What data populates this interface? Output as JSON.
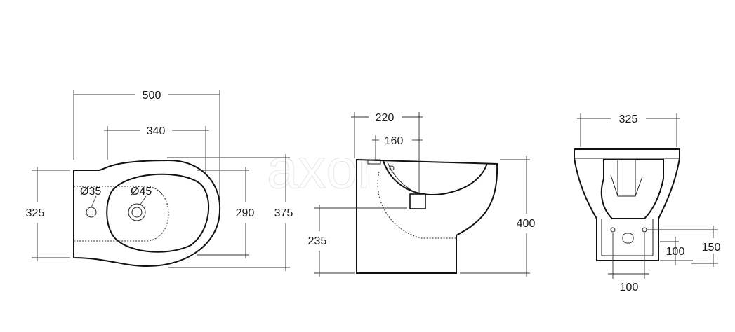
{
  "watermark": "axor",
  "top_view": {
    "overall_width": "500",
    "bowl_width": "340",
    "tap_hole_diameter": "Ø35",
    "drain_hole_diameter": "Ø45",
    "depth": "325",
    "bowl_depth": "290",
    "overall_depth": "375"
  },
  "side_view": {
    "top_width": "220",
    "inner_width": "160",
    "outlet_height": "235",
    "height": "400"
  },
  "back_view": {
    "width": "325",
    "fixing_spacing": "100",
    "fixing_vertical": "100",
    "fixing_height": "150"
  }
}
